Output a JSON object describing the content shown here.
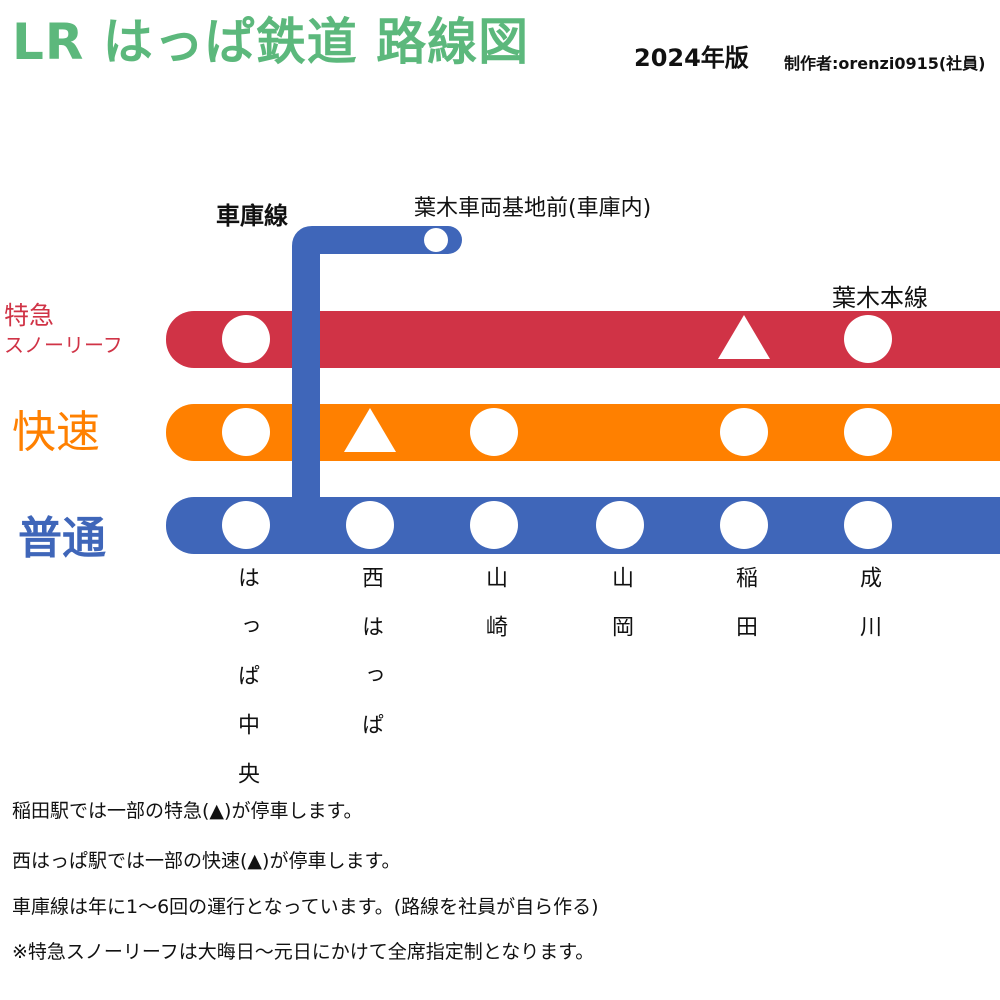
{
  "header": {
    "title": "LR はっぱ鉄道 路線図",
    "edition": "2024年版",
    "author": "制作者:orenzi0915(社員)"
  },
  "colors": {
    "title": "#5cb87c",
    "limited_express": "#d03346",
    "rapid": "#ff8000",
    "local": "#3f66b9"
  },
  "lines": {
    "depot_line": "車庫線",
    "depot_station": "葉木車両基地前(車庫内)",
    "main_line": "葉木本線",
    "limited_express": {
      "name": "特急",
      "sub": "スノーリーフ"
    },
    "rapid": "快速",
    "local": "普通"
  },
  "stations": [
    {
      "name": "はっぱ中央",
      "limited": "stop",
      "rapid": "stop",
      "local": "stop"
    },
    {
      "name": "西はっぱ",
      "limited": "none",
      "rapid": "partial",
      "local": "stop"
    },
    {
      "name": "山崎",
      "limited": "none",
      "rapid": "stop",
      "local": "stop"
    },
    {
      "name": "山岡",
      "limited": "none",
      "rapid": "none",
      "local": "stop"
    },
    {
      "name": "稲田",
      "limited": "partial",
      "rapid": "stop",
      "local": "stop"
    },
    {
      "name": "成川",
      "limited": "stop",
      "rapid": "stop",
      "local": "stop"
    }
  ],
  "notes": [
    "稲田駅では一部の特急(▲)が停車します。",
    "西はっぱ駅では一部の快速(▲)が停車します。",
    "車庫線は年に1〜6回の運行となっています。(路線を社員が自ら作る)",
    "※特急スノーリーフは大晦日〜元日にかけて全席指定制となります。"
  ]
}
